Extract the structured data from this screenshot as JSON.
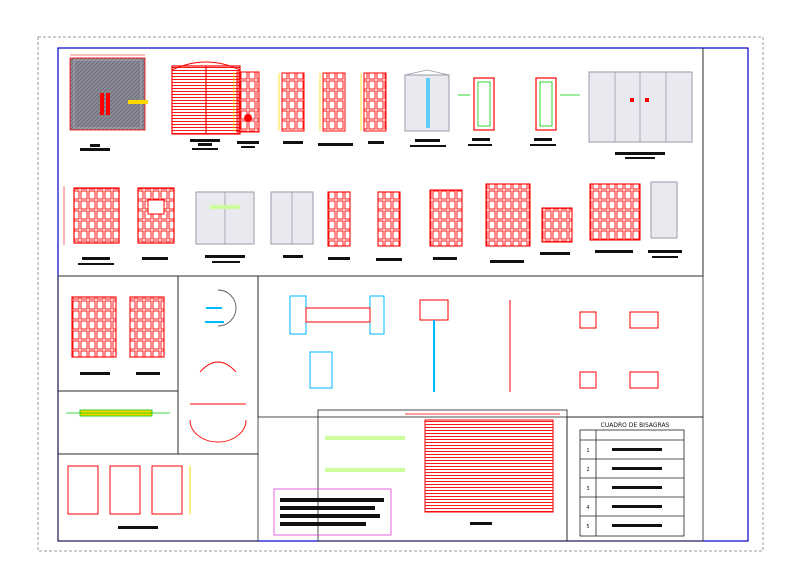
{
  "colors": {
    "frame": "#0000cc",
    "lines": "#222222",
    "red": "#ff0000",
    "green": "#00cc00",
    "yellow": "#ffd800",
    "cyan": "#00b8ff",
    "gray": "#9a9aa8",
    "magenta": "#e040e0",
    "hatch": "#6a6a7a"
  },
  "hinge_table": {
    "title": "CUADRO DE BISAGRAS",
    "rows": [
      "1",
      "2",
      "3",
      "4",
      "5"
    ]
  }
}
